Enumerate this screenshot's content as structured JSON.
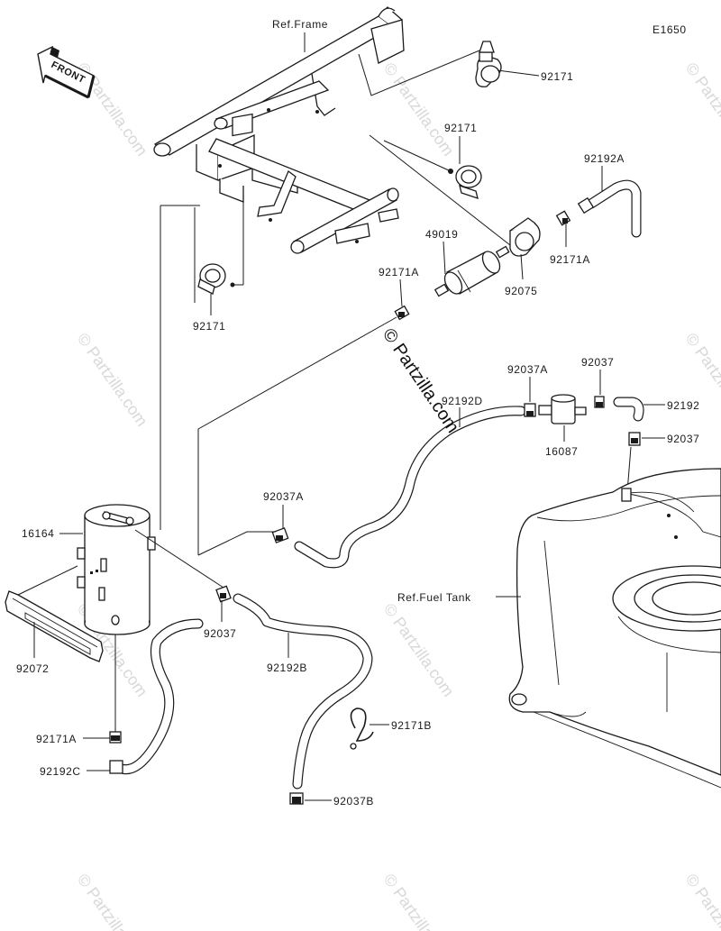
{
  "diagram_code": "E1650",
  "front_label": "FRONT",
  "watermark_small": "© Partzilla.com",
  "watermark_center": "© Partzilla.com",
  "labels": {
    "ref_frame": "Ref.Frame",
    "ref_fuel_tank": "Ref.Fuel Tank",
    "p92171_top": "92171",
    "p92171_mid": "92171",
    "p92171_left": "92171",
    "p92192A": "92192A",
    "p49019": "49019",
    "p92171A_top": "92171A",
    "p92171A_right": "92171A",
    "p92075": "92075",
    "p92037A_top": "92037A",
    "p92037_top": "92037",
    "p92192D": "92192D",
    "p92192": "92192",
    "p92037_right": "92037",
    "p16087": "16087",
    "p92037A_mid": "92037A",
    "p16164": "16164",
    "p92072": "92072",
    "p92037_bottom": "92037",
    "p92192B": "92192B",
    "p92171B": "92171B",
    "p92171A_bottom": "92171A",
    "p92192C": "92192C",
    "p92037B": "92037B"
  }
}
